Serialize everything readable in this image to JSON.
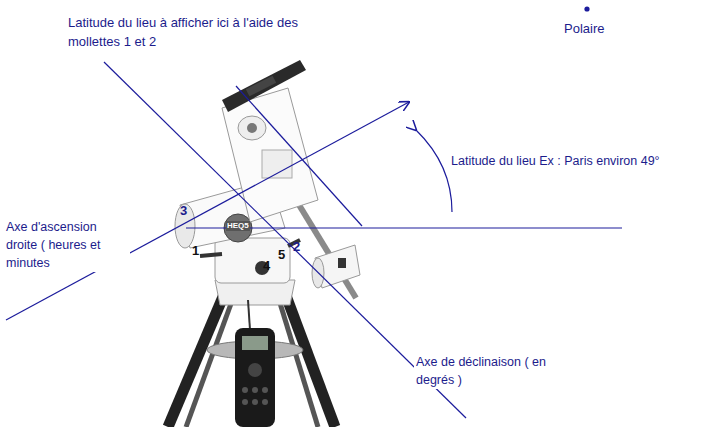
{
  "diagram": {
    "labels": [
      "Latitude du lieu à afficher ici à l'aide des mollettes 1 et 2",
      "Polaire",
      "Latitude du lieu Ex : Paris environ 49°",
      "Axe d'ascension droite ( heures et minutes",
      "3",
      "1",
      "2",
      "5",
      "4",
      "HEQ5",
      "Axe de déclinaison ( en degrés )"
    ]
  }
}
